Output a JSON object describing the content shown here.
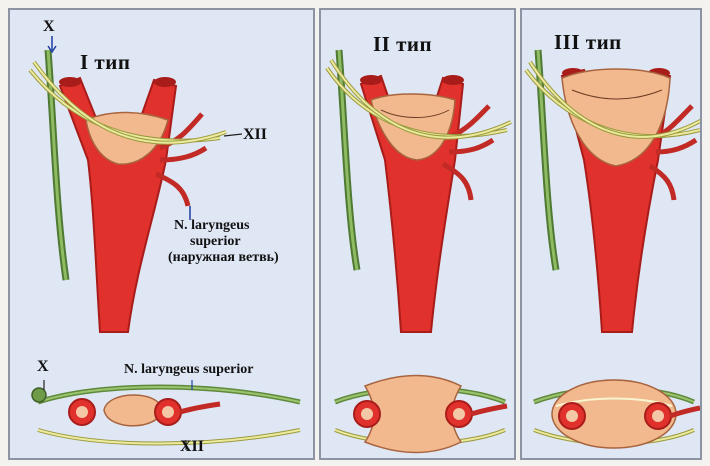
{
  "figure": {
    "panels": [
      {
        "id": "type-1",
        "title": "I тип",
        "labels": {
          "vagus_top": "X",
          "hypoglossal": "XII",
          "nerve_name_line1": "N. laryngeus",
          "nerve_name_line2": "superior",
          "nerve_branch": "(наружная ветвь)",
          "vagus_bottom": "X",
          "nerve_bottom": "N. laryngeus superior",
          "hypoglossal_bottom": "XII"
        }
      },
      {
        "id": "type-2",
        "title": "II тип"
      },
      {
        "id": "type-3",
        "title": "III тип"
      }
    ],
    "colors": {
      "artery": "#e0312c",
      "artery_dark": "#a81c1a",
      "plaque": "#f2b98e",
      "nerve_green": "#6f9a48",
      "nerve_yellow": "#e9e79a",
      "panel_bg": "#dfe6f4"
    }
  }
}
